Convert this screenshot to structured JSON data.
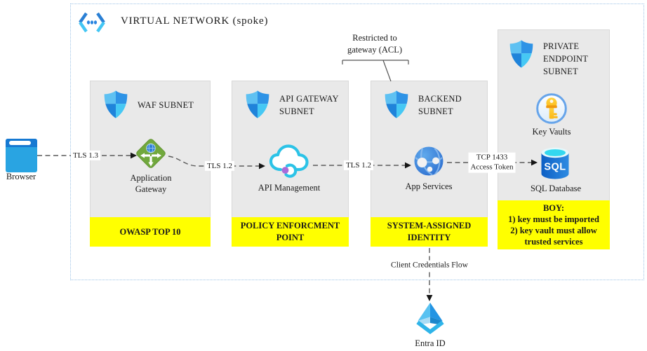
{
  "title": "VIRTUAL NETWORK (spoke)",
  "external": {
    "browser_label": "Browser",
    "entra_label": "Entra ID"
  },
  "subnets": [
    {
      "label": "WAF SUBNET",
      "resource": {
        "label": "Application Gateway",
        "icon": "application-gateway-icon"
      },
      "badge": "OWASP TOP 10"
    },
    {
      "label": "API GATEWAY SUBNET",
      "resource": {
        "label": "API Management",
        "icon": "api-management-icon"
      },
      "badge": "POLICY ENFORCMENT POINT"
    },
    {
      "label": "BACKEND SUBNET",
      "resource": {
        "label": "App Services",
        "icon": "app-services-icon"
      },
      "badge": "SYSTEM-ASSIGNED IDENTITY"
    },
    {
      "label": "PRIVATE ENDPOINT SUBNET",
      "resources": [
        {
          "label": "Key Vaults",
          "icon": "key-vault-icon"
        },
        {
          "label": "SQL Database",
          "icon": "sql-database-icon"
        }
      ],
      "badge_lines": [
        "BOY:",
        "1) key must be imported",
        "2) key vault must allow trusted services"
      ]
    }
  ],
  "connections": {
    "browser_to_appgw": "TLS 1.3",
    "appgw_to_apim": "TLS 1.2",
    "apim_to_appsvc": "TLS 1.2",
    "appsvc_to_sql_line1": "TCP 1433",
    "appsvc_to_sql_line2": "Access Token",
    "appsvc_to_entra": "Client Credentials Flow"
  },
  "annotations": {
    "restricted_note": "Restricted to gateway (ACL)"
  },
  "icon_text": {
    "sql": "SQL"
  },
  "colors": {
    "badge_yellow": "#ffff00",
    "subnet_fill": "#e9e9e9",
    "vnet_border": "#9dc3e6",
    "connector": "#5a5a5a",
    "shield_blue": "#2e93e6",
    "appgw_green": "#71a83d",
    "key_gold": "#ffc72c",
    "sql_blue": "#1068cf",
    "entra_cyan": "#2fb4e9"
  }
}
